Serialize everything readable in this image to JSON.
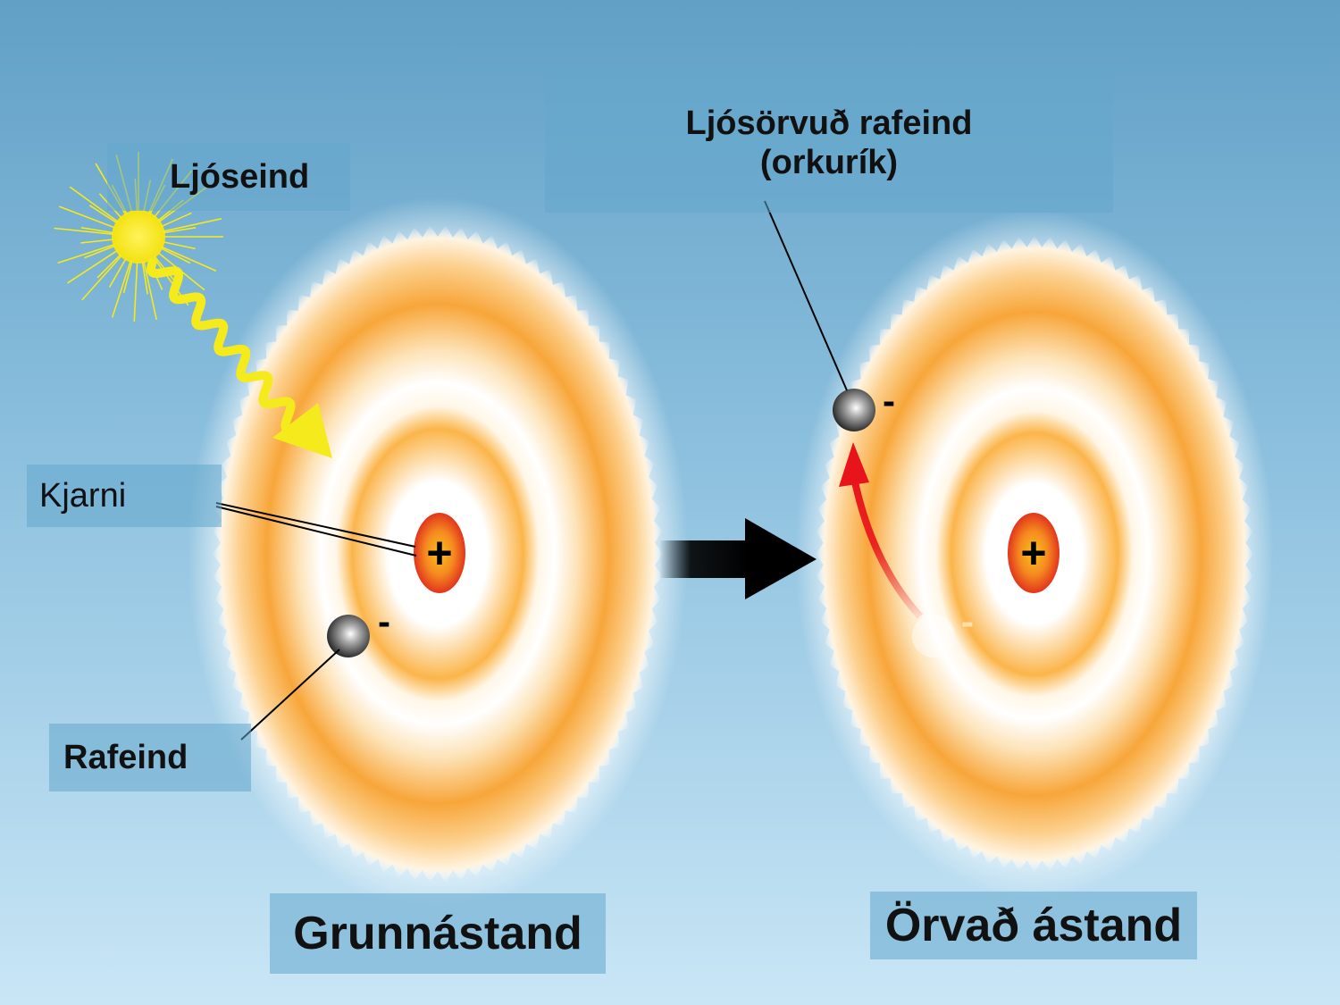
{
  "labels": {
    "photon": "Ljóseind",
    "excited_electron_line1": "Ljósörvuð rafeind",
    "excited_electron_line2": "(orkurík)",
    "nucleus": "Kjarni",
    "electron": "Rafeind",
    "ground_state": "Grunnástand",
    "excited_state": "Örvað ástand"
  },
  "symbols": {
    "plus": "+",
    "minus": "-"
  },
  "colors": {
    "background_top": "#6aa6c9",
    "background_bottom": "#cce6f5",
    "orbital": "#f7a531",
    "nucleus": "#e8411e",
    "photon": "#f5ea1c",
    "transition_arrow": "#e8141b",
    "process_arrow": "#000000"
  }
}
